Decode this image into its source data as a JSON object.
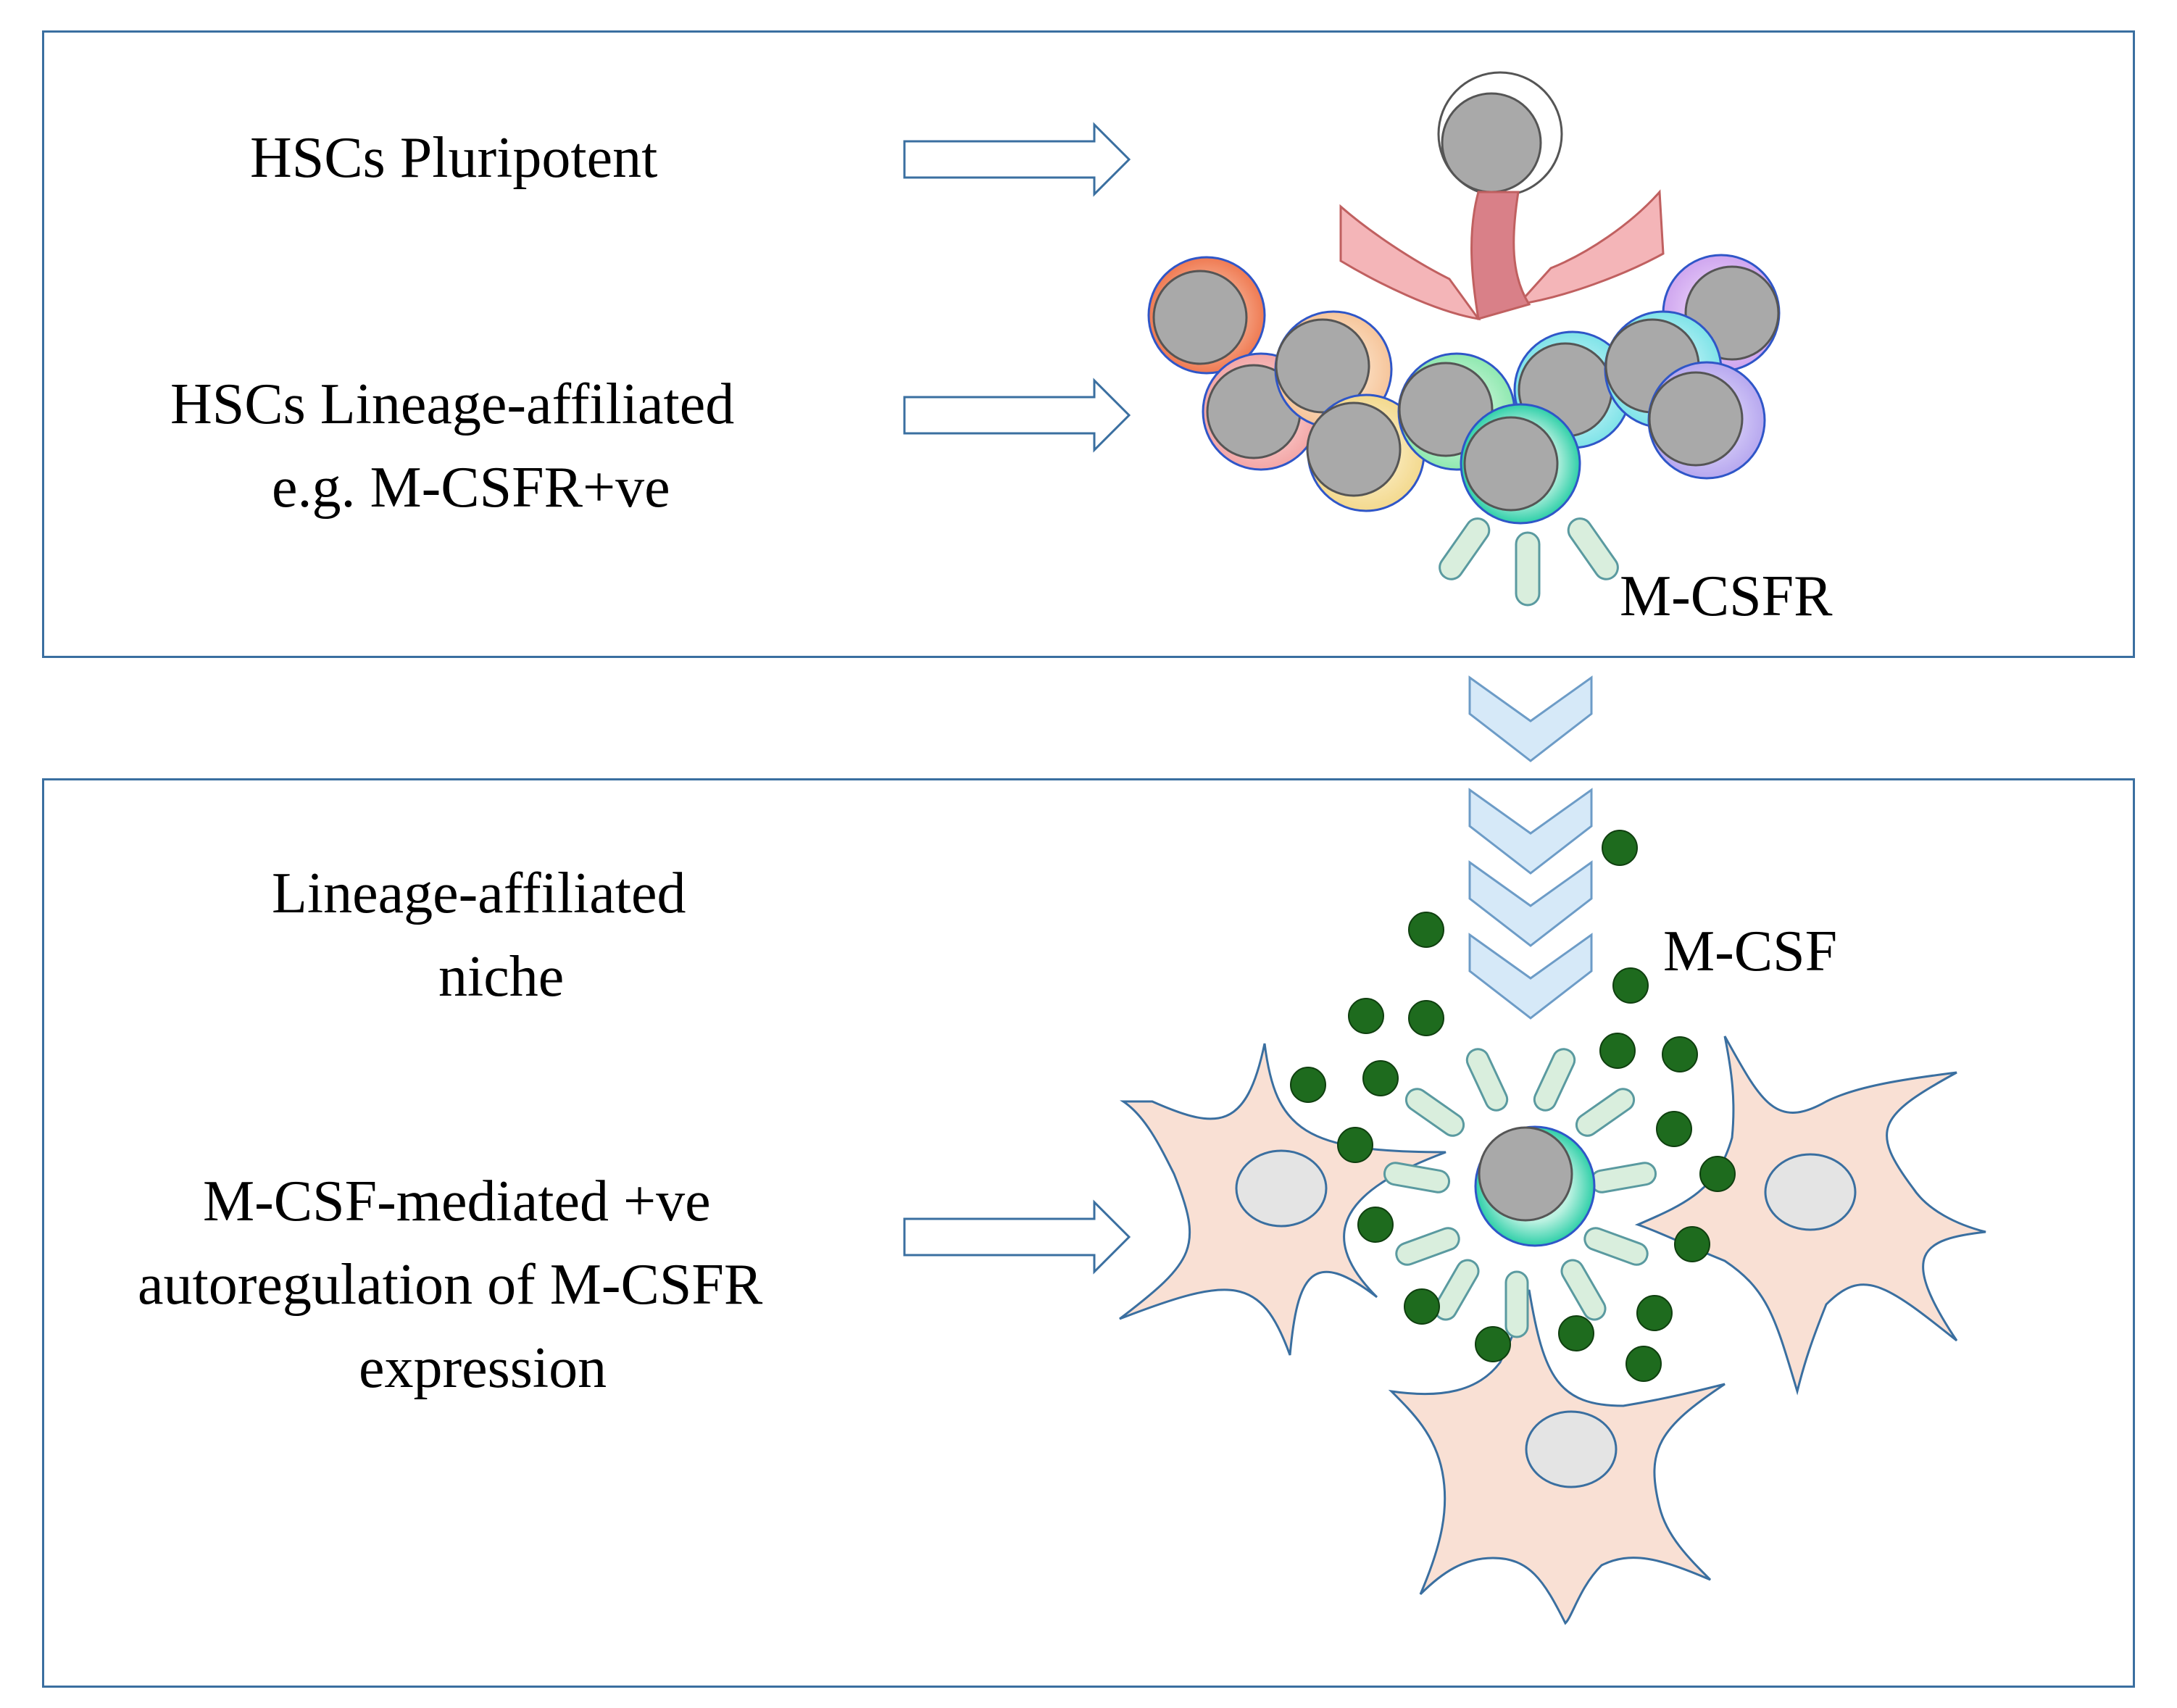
{
  "top_panel": {
    "pluripotent_label": "HSCs  Pluripotent",
    "lineage_label_line1": "HSCs Lineage-affiliated",
    "lineage_label_line2": "e.g. M-CSFR+ve",
    "receptor_label": "M-CSFR"
  },
  "bottom_panel": {
    "niche_label_line1": "Lineage-affiliated",
    "niche_label_line2": "niche",
    "autoregulation_line1": "M-CSF-mediated +ve",
    "autoregulation_line2": "autoregulation of M-CSFR",
    "autoregulation_line3": "expression",
    "cytokine_label": "M-CSF"
  },
  "colors": {
    "frame": "#3a6fa0",
    "stromal_cell": "#f9e0d4",
    "cytokine": "#1e6b1e",
    "receptor": "#d9eedd",
    "nucleus": "#a9a9a9",
    "chevron": "#d6e9f8"
  }
}
